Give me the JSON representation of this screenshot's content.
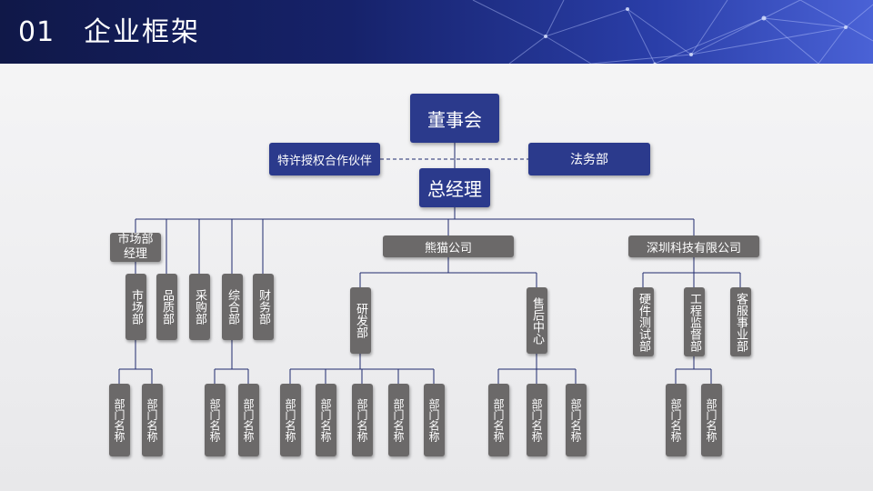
{
  "header": {
    "number": "01",
    "title": "企业框架"
  },
  "org": {
    "board": "董事会",
    "franchise": "特许授权合作伙伴",
    "legal": "法务部",
    "gm": "总经理",
    "market_manager": "市场部经理",
    "panda": "熊猫公司",
    "shenzhen": "深圳科技有限公司",
    "dept_market": "市场部",
    "dept_quality": "品质部",
    "dept_purchase": "采购部",
    "dept_general": "综合部",
    "dept_finance": "财务部",
    "dept_rd": "研发部",
    "dept_aftersales": "售后中心",
    "dept_hwtest": "硬件测试部",
    "dept_engsuper": "工程监督部",
    "dept_cs": "客服事业部",
    "sub_label": "部门名称"
  },
  "colors": {
    "header": "#16226a",
    "blue_box": "#2b3a8c",
    "gray_box": "#6b6969",
    "line": "#1f2a6e"
  }
}
